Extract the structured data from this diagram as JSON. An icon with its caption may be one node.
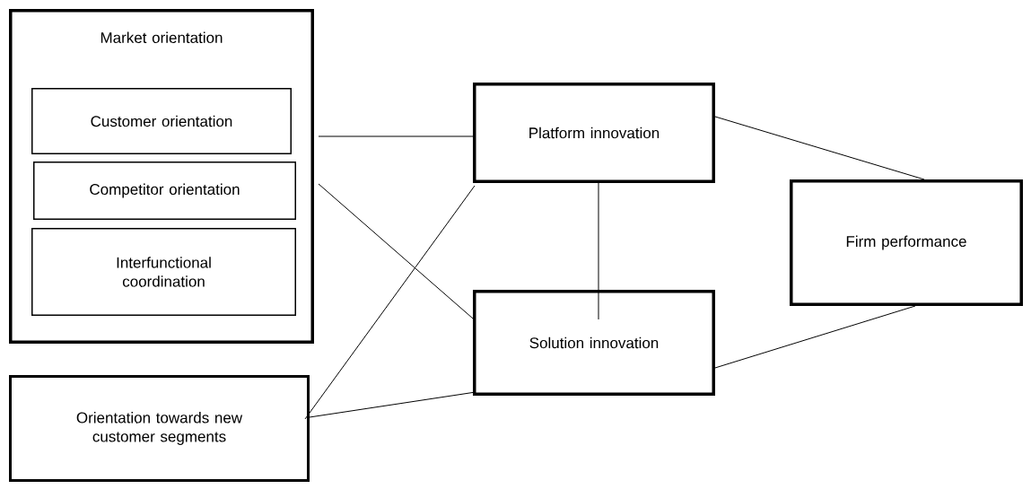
{
  "diagram": {
    "nodes": [
      {
        "text": [
          "Market orientation"
        ]
      },
      {
        "text": [
          "Customer orientation"
        ],
        "in": 0
      },
      {
        "text": [
          "Competitor orientation"
        ],
        "in": 0
      },
      {
        "text": [
          "Interfunctional coordination"
        ],
        "in": 0
      },
      {
        "text": [
          "Orientation towards new customer segments"
        ]
      },
      {
        "text": [
          "Platform innovation"
        ]
      },
      {
        "text": [
          "Solution innovation"
        ]
      },
      {
        "text": [
          "Firm performance"
        ]
      }
    ],
    "edges": [
      {
        "from": 0,
        "to": 5,
        "arrow": "none"
      },
      {
        "from": 0,
        "to": 6,
        "arrow": "none"
      },
      {
        "from": 4,
        "to": 5,
        "arrow": "none"
      },
      {
        "from": 4,
        "to": 6,
        "arrow": "none"
      },
      {
        "from": 5,
        "to": 6,
        "arrow": "none"
      },
      {
        "from": 5,
        "to": 7,
        "arrow": "none"
      },
      {
        "from": 6,
        "to": 7,
        "arrow": "none"
      }
    ]
  }
}
